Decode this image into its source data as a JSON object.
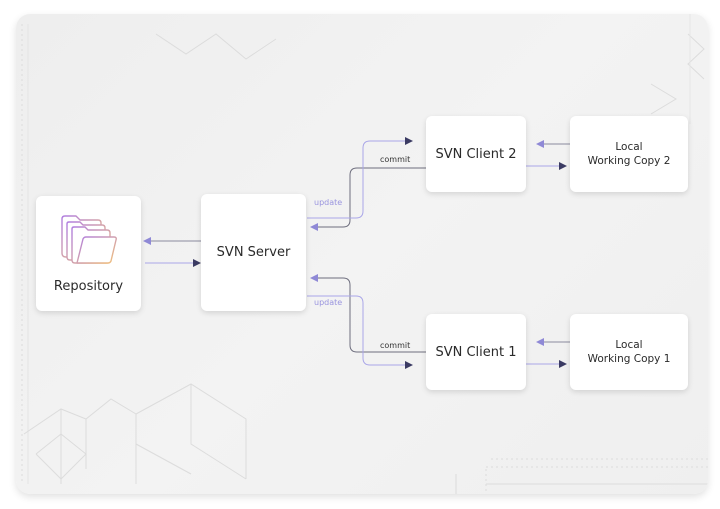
{
  "diagram": {
    "title": "SVN Architecture",
    "nodes": {
      "repository": {
        "label": "Repository",
        "icon": "folder-stack-icon"
      },
      "server": {
        "label": "SVN Server"
      },
      "client2": {
        "label": "SVN Client 2"
      },
      "client1": {
        "label": "SVN Client 1"
      },
      "local2": {
        "line1": "Local",
        "line2": "Working Copy 2"
      },
      "local1": {
        "line1": "Local",
        "line2": "Working Copy 1"
      }
    },
    "edges": {
      "commit_label": "commit",
      "update_label": "update"
    },
    "colors": {
      "commit_line": "#6e6e7e",
      "update_line": "#aaa6e8",
      "arrow_head_dark": "#3b3b63",
      "arrow_head_light": "#8f89d6",
      "icon_purple": "#b07ee0",
      "icon_orange": "#f2c27a"
    }
  }
}
